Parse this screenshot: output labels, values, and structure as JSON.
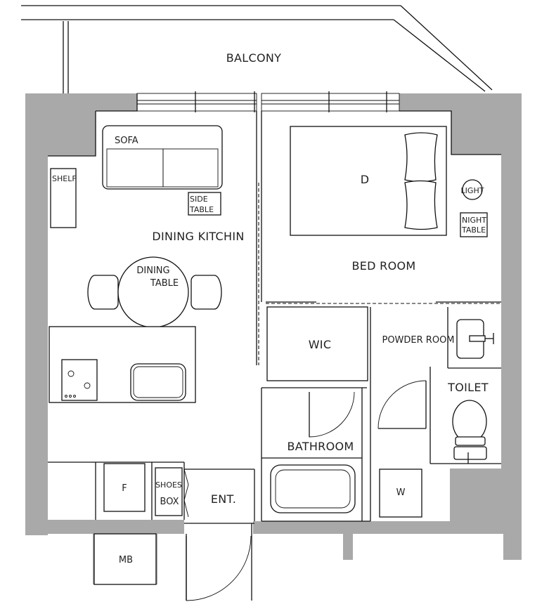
{
  "rooms": {
    "balcony": "BALCONY",
    "dining_kitchen": "DINING KITCHIN",
    "bed_room": "BED ROOM",
    "wic": "WIC",
    "powder_room": "POWDER ROOM",
    "toilet": "TOILET",
    "bathroom": "BATHROOM",
    "entrance": "ENT.",
    "mb": "MB"
  },
  "fixtures": {
    "sofa": "SOFA",
    "shelf": "SHELF",
    "side_table_1": "SIDE",
    "side_table_2": "TABLE",
    "dining_table_1": "DINING",
    "dining_table_2": "TABLE",
    "bed": "D",
    "light": "LIGHT",
    "night_table_1": "NIGHT",
    "night_table_2": "TABLE",
    "fridge": "F",
    "shoes_box_1": "SHOES",
    "shoes_box_2": "BOX",
    "washer": "W"
  }
}
